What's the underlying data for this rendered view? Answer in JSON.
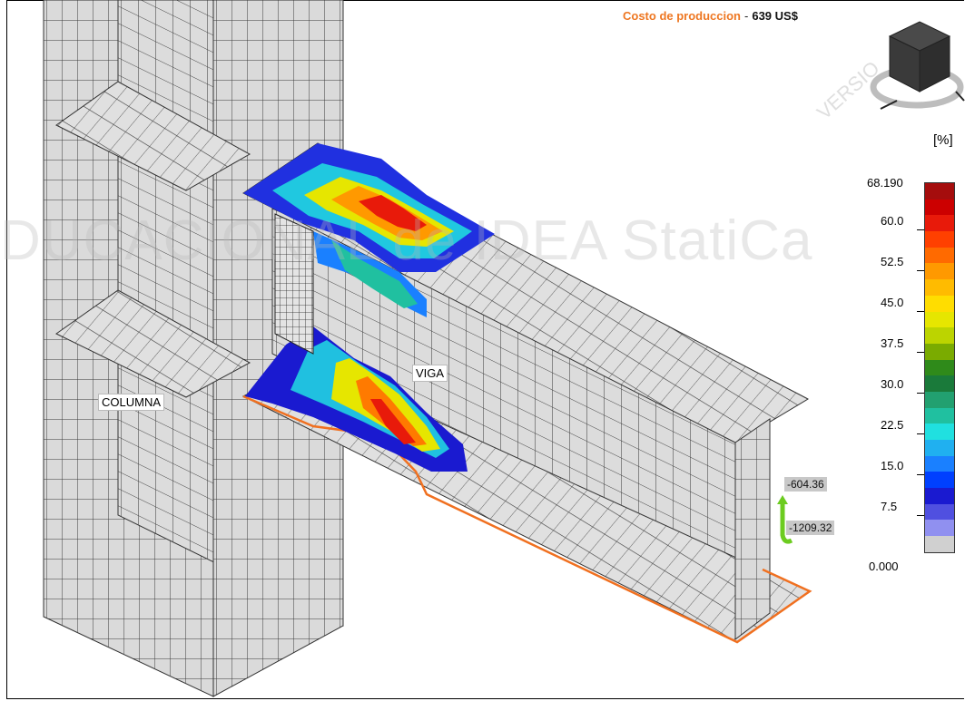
{
  "header": {
    "cost_label": "Costo de produccion",
    "separator": "-",
    "cost_value": "639 US$"
  },
  "watermark": {
    "main": "DUCACIONAL de IDEA StatiCa",
    "corner": "VERSIO"
  },
  "labels": {
    "column": "COLUMNA",
    "beam": "VIGA"
  },
  "load_values": {
    "top": "-604.36",
    "bottom": "-1209.32"
  },
  "legend": {
    "unit": "[%]",
    "max": "68.190",
    "min": "0.000",
    "ticks": [
      "60.0",
      "52.5",
      "45.0",
      "37.5",
      "30.0",
      "22.5",
      "15.0",
      "7.5"
    ],
    "colors": [
      "#a50d0d",
      "#cc0000",
      "#e81a0a",
      "#ff4000",
      "#ff6a00",
      "#ff9900",
      "#ffbb00",
      "#ffdd00",
      "#e6e600",
      "#bcd400",
      "#7aab00",
      "#2f8a1a",
      "#1a7a3a",
      "#22a070",
      "#20c0a0",
      "#20e0e0",
      "#20b0f0",
      "#1a80ff",
      "#0040ff",
      "#1a1ad0",
      "#5050e0",
      "#9090f0",
      "#d0d0d0"
    ]
  },
  "view_cube": {
    "icon": "view-cube-icon",
    "accent": "#2a2a2a"
  },
  "colors": {
    "mesh": "#333333",
    "steel_face": "#d9d9d9",
    "edge_highlight": "#f07020"
  }
}
